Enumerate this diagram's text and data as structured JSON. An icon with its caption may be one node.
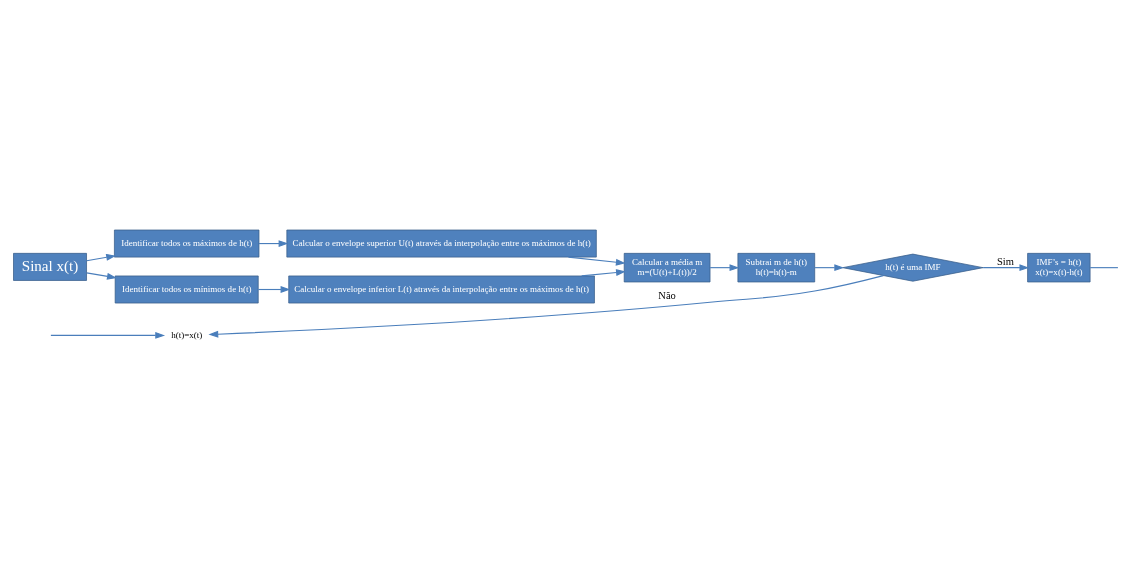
{
  "diagram": {
    "nodes": [
      {
        "text": [
          "Sinal x(t)"
        ]
      },
      {
        "text": [
          "h(t)=x(t)"
        ]
      },
      {
        "text": [
          "Identificar todos os máximos de h(t)"
        ]
      },
      {
        "text": [
          "Identificar todos os mínimos de h(t)"
        ]
      },
      {
        "text": [
          "Calcular o envelope superior U(t) através da interpolação entre os máximos de h(t)"
        ]
      },
      {
        "text": [
          "Calcular o envelope inferior L(t) através da interpolação entre os máximos de h(t)"
        ]
      },
      {
        "text": [
          "Calcular a média m",
          "m=(U(t)+L(t))/2"
        ]
      },
      {
        "text": [
          "Subtrai m de h(t)",
          "h(t)=h(t)-m"
        ]
      },
      {
        "text": [
          "h(t) é uma IMF"
        ]
      },
      {
        "text": [
          "IMF’s = h(t)",
          "x(t)=x(t)-h(t)"
        ]
      }
    ],
    "edges": [
      {
        "from": 0,
        "to": 2,
        "arrow": "to"
      },
      {
        "from": 0,
        "to": 3,
        "arrow": "to"
      },
      {
        "from": null,
        "to": 1,
        "arrow": "to"
      },
      {
        "from": 8,
        "to": 1,
        "arrow": "to",
        "label": "Não"
      },
      {
        "from": 2,
        "to": 4,
        "arrow": "to"
      },
      {
        "from": 3,
        "to": 5,
        "arrow": "to"
      },
      {
        "from": 4,
        "to": 6,
        "arrow": "to"
      },
      {
        "from": 5,
        "to": 6,
        "arrow": "to"
      },
      {
        "from": 6,
        "to": 7,
        "arrow": "to"
      },
      {
        "from": 7,
        "to": 8,
        "arrow": "to"
      },
      {
        "from": 8,
        "to": 9,
        "arrow": "to",
        "label": "Sim"
      },
      {
        "from": 9,
        "to": null,
        "arrow": "none"
      }
    ]
  }
}
